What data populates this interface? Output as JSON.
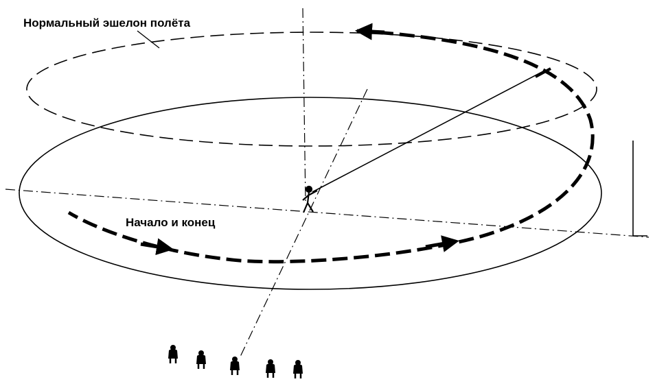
{
  "labels": {
    "flight_level": "Нормальный эшелон полёта",
    "start_end": "Начало и конец"
  },
  "colors": {
    "ink": "#000000",
    "background": "#ffffff"
  },
  "figures": {
    "pilot": "pilot-figure",
    "spectators": [
      "spectator-figure",
      "spectator-figure",
      "spectator-figure",
      "spectator-figure",
      "spectator-figure"
    ]
  }
}
